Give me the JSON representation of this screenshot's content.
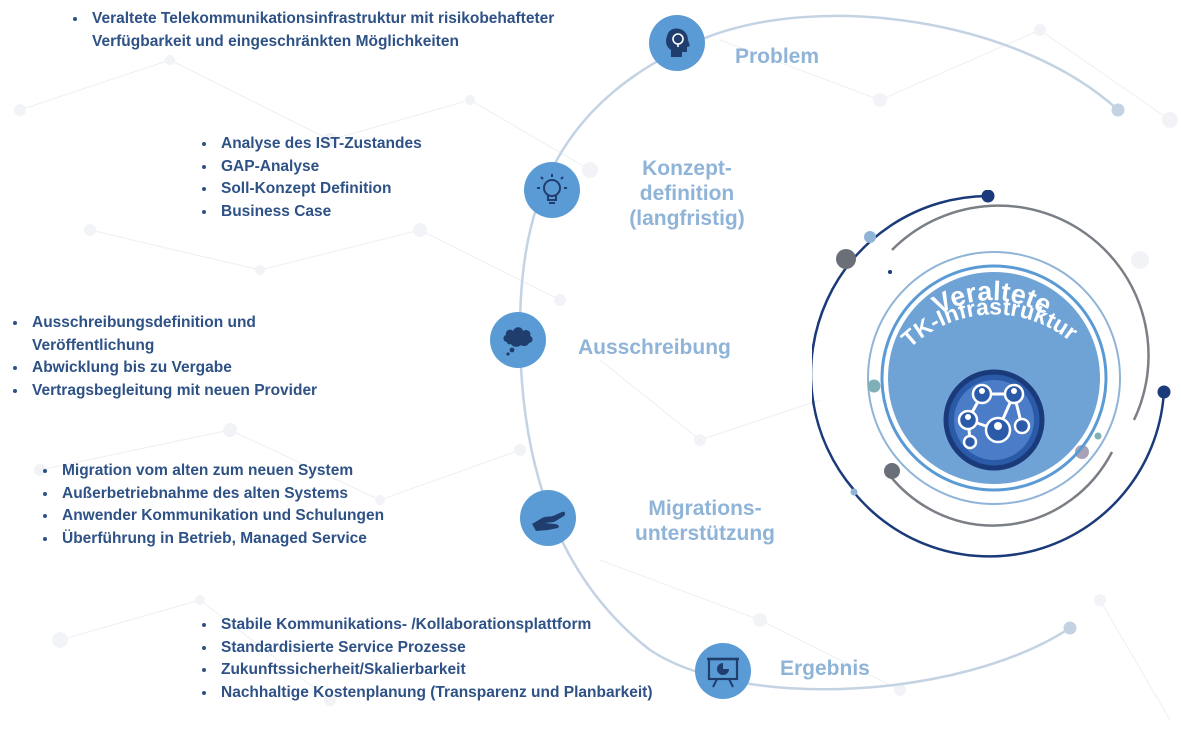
{
  "stages": {
    "problem": {
      "label": "Problem",
      "icon": "head-lightbulb-icon",
      "bullets": [
        "Veraltete Telekommunikationsinfrastruktur mit risikobehafteter  Verfügbarkeit und eingeschränkten Möglichkeiten"
      ]
    },
    "konzept": {
      "label_lines": [
        "Konzept-",
        "definition",
        "(langfristig)"
      ],
      "icon": "lightbulb-icon",
      "bullets": [
        "Analyse des IST-Zustandes",
        "GAP-Analyse",
        "Soll-Konzept Definition",
        "Business Case"
      ]
    },
    "ausschreibung": {
      "label": "Ausschreibung",
      "icon": "cloud-thought-icon",
      "bullets": [
        "Ausschreibungsdefinition und Veröffentlichung",
        "Abwicklung bis zu Vergabe",
        "Vertragsbegleitung mit neuen Provider"
      ]
    },
    "migration": {
      "label_lines": [
        "Migrations-",
        "unterstützung"
      ],
      "icon": "helping-hand-icon",
      "bullets": [
        "Migration vom alten zum neuen System",
        "Außerbetriebnahme des alten Systems",
        "Anwender Kommunikation und Schulungen",
        "Überführung in Betrieb, Managed Service"
      ]
    },
    "ergebnis": {
      "label": "Ergebnis",
      "icon": "presentation-chart-icon",
      "bullets": [
        "Stabile Kommunikations- /Kollaborationsplattform",
        "Standardisierte Service Prozesse",
        "Zukunftssicherheit/Skalierbarkeit",
        "Nachhaltige Kostenplanung (Transparenz und Planbarkeit)"
      ]
    }
  },
  "center": {
    "title_top": "Veraltete",
    "title_bottom": "TK-Infrastruktur",
    "icon": "network-people-icon"
  },
  "colors": {
    "bullet_text": "#2e5186",
    "stage_label": "#8fb4d8",
    "icon_fill": "#5b9bd5",
    "dark_navy": "#1a3a7a",
    "center_fill": "#6fa3d6"
  }
}
